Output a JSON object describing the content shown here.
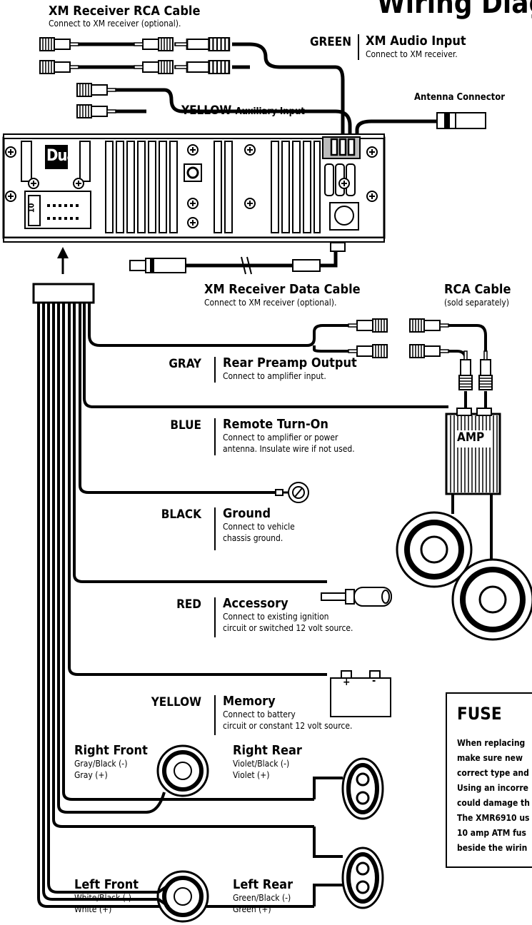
{
  "title": "Wiring Diag",
  "xm_rca": {
    "heading": "XM Receiver RCA Cable",
    "sub": "Connect to XM receiver (optional)."
  },
  "xm_audio": {
    "color": "GREEN",
    "heading": "XM Audio Input",
    "sub": "Connect to XM receiver."
  },
  "aux": {
    "color": "YELLOW",
    "heading": "Auxiliary Input"
  },
  "antenna": {
    "label": "Antenna Connector"
  },
  "unit": {
    "logo": "Dual",
    "pin_label": "10"
  },
  "xm_data": {
    "heading": "XM Receiver Data Cable",
    "sub": "Connect to XM receiver (optional)."
  },
  "rca_cable": {
    "heading": "RCA Cable",
    "sub": "(sold separately)"
  },
  "amp": {
    "label": "AMP"
  },
  "wires": [
    {
      "color": "GRAY",
      "heading": "Rear Preamp Output",
      "lines": [
        "Connect to amplifier input."
      ]
    },
    {
      "color": "BLUE",
      "heading": "Remote Turn-On",
      "lines": [
        "Connect to amplifier or power",
        "antenna. Insulate wire if not used."
      ]
    },
    {
      "color": "BLACK",
      "heading": "Ground",
      "lines": [
        "Connect to vehicle",
        "chassis ground."
      ]
    },
    {
      "color": "RED",
      "heading": "Accessory",
      "lines": [
        "Connect to existing ignition",
        "circuit or switched 12 volt source."
      ]
    },
    {
      "color": "YELLOW",
      "heading": "Memory",
      "lines": [
        "Connect to battery",
        "circuit or constant 12 volt source."
      ]
    }
  ],
  "battery": {
    "plus": "+",
    "minus": "-"
  },
  "speakers": {
    "right_front": {
      "heading": "Right Front",
      "neg": "Gray/Black (-)",
      "pos": "Gray (+)"
    },
    "right_rear": {
      "heading": "Right Rear",
      "neg": "Violet/Black (-)",
      "pos": "Violet (+)"
    },
    "left_front": {
      "heading": "Left Front",
      "neg": "White/Black (-)",
      "pos": "White (+)"
    },
    "left_rear": {
      "heading": "Left Rear",
      "neg": "Green/Black (-)",
      "pos": "Green (+)"
    }
  },
  "fuse": {
    "heading": "FUSE",
    "lines": [
      "When replacing",
      "make sure new",
      "correct type and",
      "Using an incorre",
      "could damage th",
      "The XMR6910 us",
      "10 amp ATM fus",
      "beside the wirin"
    ]
  }
}
